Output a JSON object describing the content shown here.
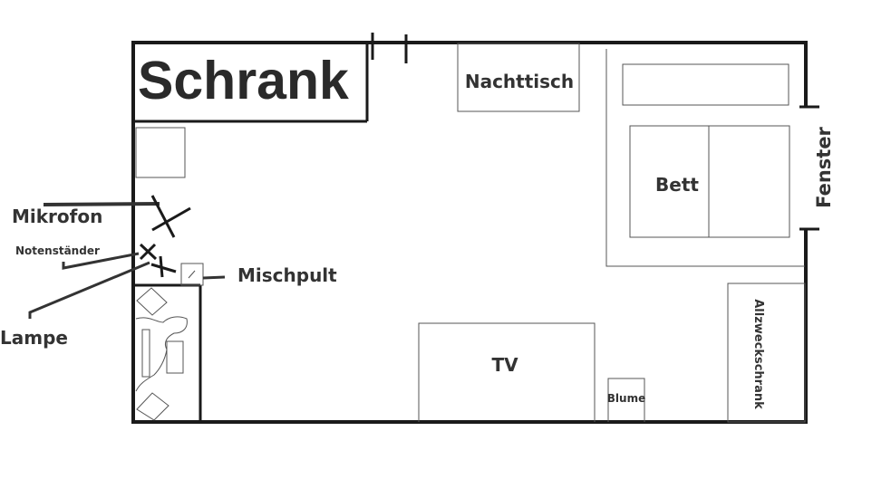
{
  "labels": {
    "schrank": "Schrank",
    "nachttisch": "Nachttisch",
    "bett": "Bett",
    "fenster": "Fenster",
    "mikrofon": "Mikrofon",
    "notenstaender": "Notenständer",
    "mischpult": "Mischpult",
    "lampe": "Lampe",
    "tv": "TV",
    "blume": "Blume",
    "allzweckschrank": "Allzweckschrank"
  },
  "colors": {
    "line": "#1a1a1a",
    "thin_line": "#555555",
    "text": "#333333",
    "background": "#ffffff"
  }
}
